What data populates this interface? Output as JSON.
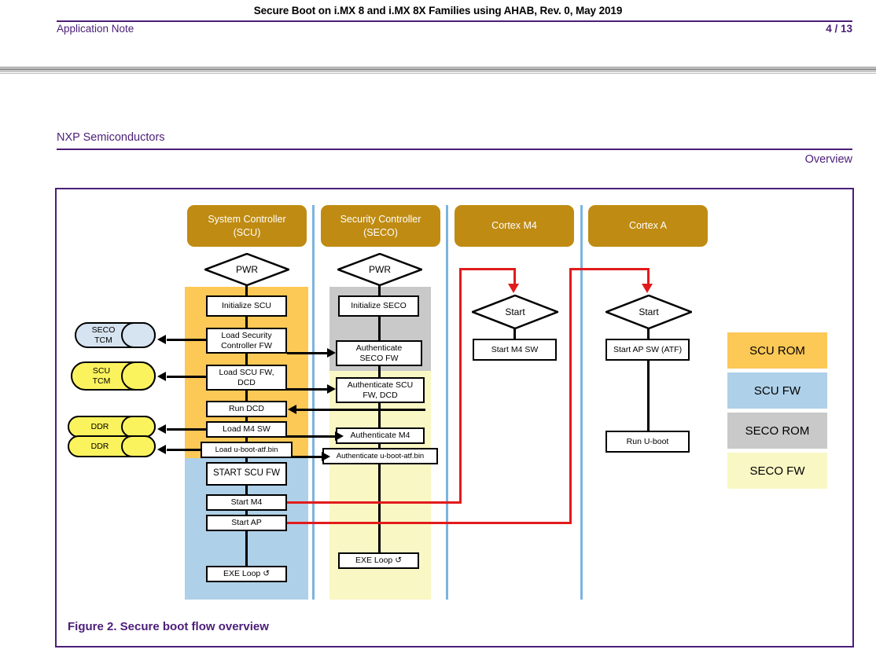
{
  "page": {
    "header_title": "Secure Boot on i.MX 8 and i.MX 8X Families using AHAB, Rev. 0, May 2019",
    "doc_type": "Application Note",
    "page_number": "4 / 13",
    "company": "NXP Semiconductors",
    "section": "Overview"
  },
  "figure": {
    "caption": "Figure 2.  Secure boot flow overview",
    "columns": [
      {
        "id": "scu",
        "label": "System Controller\n(SCU)"
      },
      {
        "id": "seco",
        "label": "Security Controller\n(SECO)"
      },
      {
        "id": "m4",
        "label": "Cortex M4"
      },
      {
        "id": "ap",
        "label": "Cortex A"
      }
    ],
    "column_labels": {
      "scu_line1": "System Controller",
      "scu_line2": "(SCU)",
      "seco_line1": "Security Controller",
      "seco_line2": "(SECO)",
      "m4": "Cortex M4",
      "ap": "Cortex A"
    },
    "start_nodes": {
      "scu_pwr": "PWR",
      "seco_pwr": "PWR",
      "m4_start": "Start",
      "ap_start": "Start"
    },
    "scu_steps": [
      "Initialize SCU",
      "Load Security\nController FW",
      "Load SCU FW,\nDCD",
      "Run DCD",
      "Load M4 SW",
      "Load u-boot-atf.bin",
      "START SCU FW",
      "Start M4",
      "Start AP",
      "EXE Loop ↺"
    ],
    "scu_step_labels": {
      "s0": "Initialize SCU",
      "s1_l1": "Load Security",
      "s1_l2": "Controller FW",
      "s2_l1": "Load SCU FW,",
      "s2_l2": "DCD",
      "s3": "Run DCD",
      "s4": "Load M4 SW",
      "s5": "Load u-boot-atf.bin",
      "s6": "START SCU FW",
      "s7": "Start M4",
      "s8": "Start AP",
      "s9": "EXE Loop ↺"
    },
    "seco_step_labels": {
      "s0": "Initialize SECO",
      "s1_l1": "Authenticate",
      "s1_l2": "SECO FW",
      "s2_l1": "Authenticate SCU",
      "s2_l2": "FW, DCD",
      "s3": "Authenticate M4",
      "s4": "Authenticate u-boot-atf.bin",
      "s5": "EXE Loop ↺"
    },
    "m4_step_labels": {
      "s0": "Start M4 SW"
    },
    "ap_step_labels": {
      "s0": "Start AP SW (ATF)",
      "s1": "Run U-boot"
    },
    "memories": [
      {
        "id": "seco-tcm",
        "line1": "SECO",
        "line2": "TCM",
        "color": "#d6e3f0"
      },
      {
        "id": "scu-tcm",
        "line1": "SCU",
        "line2": "TCM",
        "color": "#fbf35e"
      },
      {
        "id": "ddr-1",
        "line1": "DDR",
        "line2": "",
        "color": "#fbf35e"
      },
      {
        "id": "ddr-2",
        "line1": "DDR",
        "line2": "",
        "color": "#fbf35e"
      }
    ],
    "memory_labels": {
      "seco_tcm_l1": "SECO",
      "seco_tcm_l2": "TCM",
      "scu_tcm_l1": "SCU",
      "scu_tcm_l2": "TCM",
      "ddr1": "DDR",
      "ddr2": "DDR"
    },
    "legend": [
      {
        "label": "SCU ROM",
        "color": "#fcc856"
      },
      {
        "label": "SCU FW",
        "color": "#aed0e8"
      },
      {
        "label": "SECO ROM",
        "color": "#c9c9c9"
      },
      {
        "label": "SECO FW",
        "color": "#f9f7c4"
      }
    ],
    "legend_labels": {
      "l0": "SCU ROM",
      "l1": "SCU FW",
      "l2": "SECO ROM",
      "l3": "SECO FW"
    },
    "colors": {
      "accent_purple": "#4b1e78",
      "header_pill": "#bf8b12",
      "lane_separator": "#7bb4e0",
      "scu_rom": "#fcc856",
      "scu_fw": "#aed0e8",
      "seco_rom": "#c9c9c9",
      "seco_fw": "#f9f7c4",
      "red_arrow": "#e11b1b"
    }
  }
}
